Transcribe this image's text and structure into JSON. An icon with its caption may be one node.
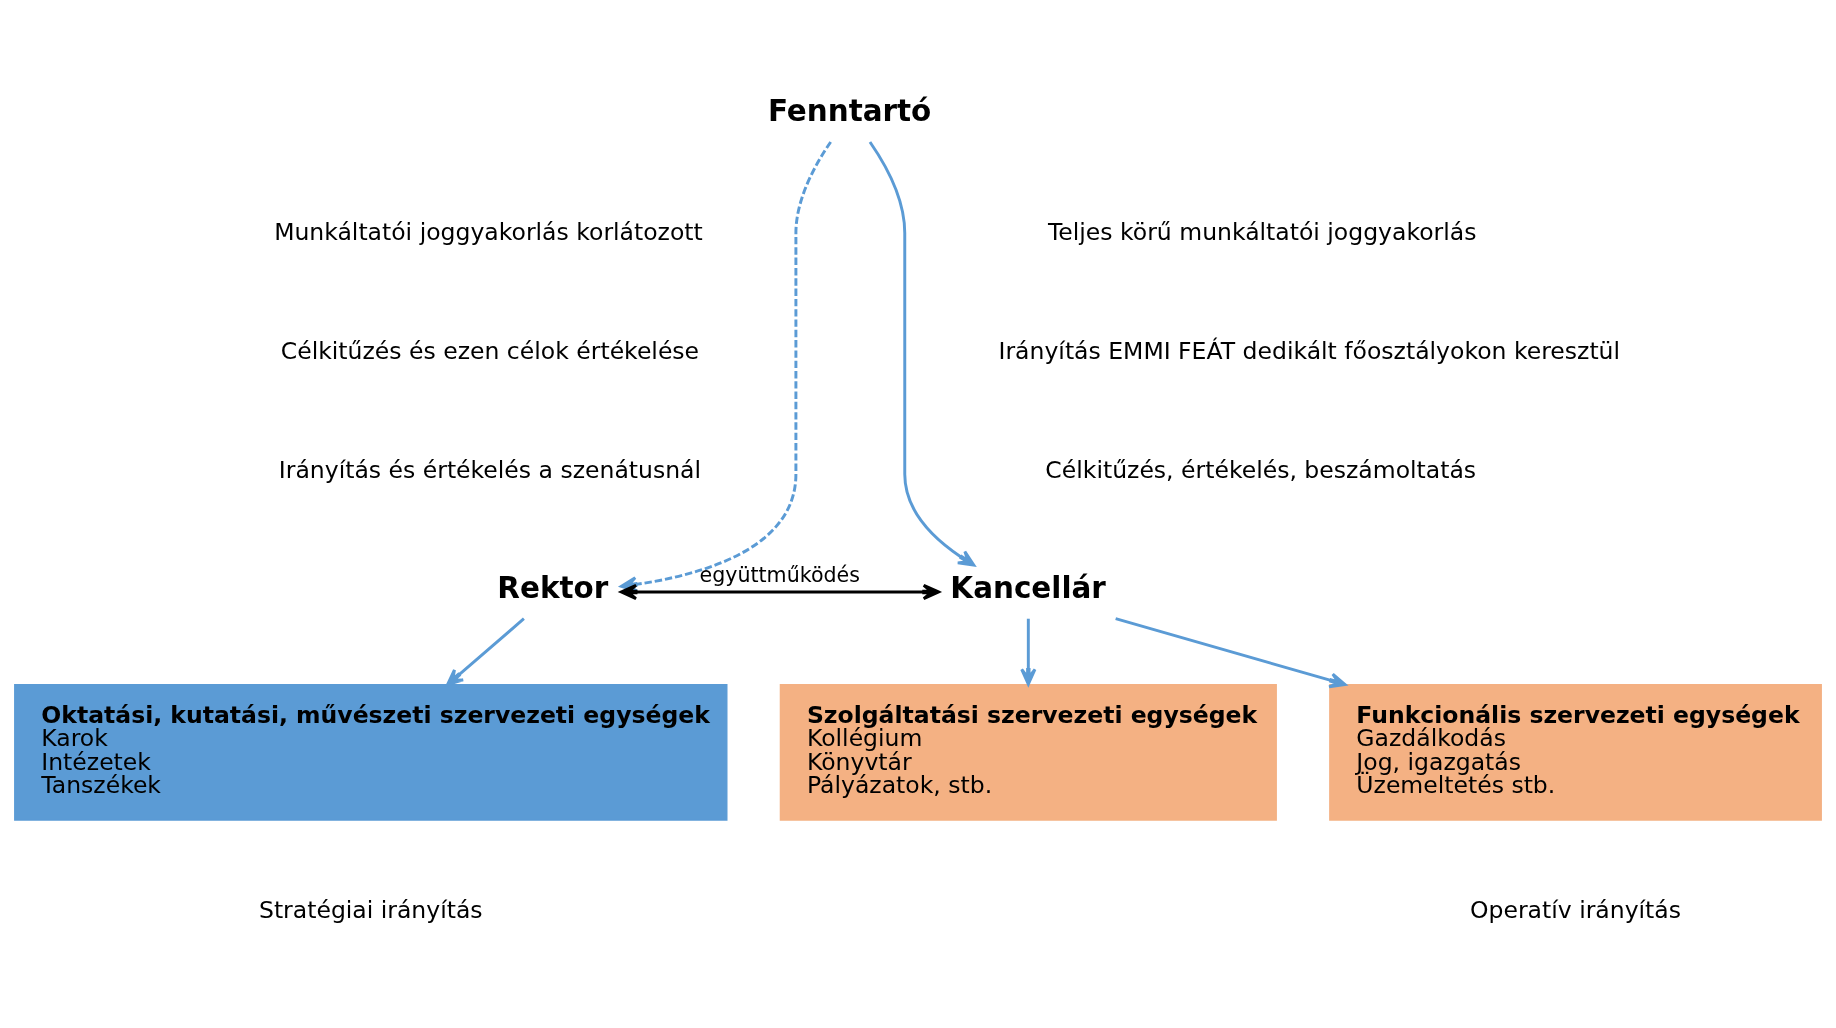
{
  "diagram": {
    "nodes": [
      {
        "text": [
          "Fenntartó"
        ]
      },
      {
        "text": [
          "Rektor"
        ]
      },
      {
        "text": [
          "Kancellár"
        ]
      },
      {
        "text": [
          "Oktatási, kutatási, művészeti szervezeti egységek",
          "Karok",
          "Intézetek",
          "Tanszékek"
        ]
      },
      {
        "text": [
          "Funkcionális szervezeti egységek",
          "Gazdálkodás",
          "Jog, igazgatás",
          "Üzemeltetés stb."
        ]
      },
      {
        "text": [
          "Szolgáltatási szervezeti egységek",
          "Kollégium",
          "Könyvtár",
          "Pályázatok, stb."
        ]
      }
    ],
    "edges": [
      {
        "from": 0,
        "to": 1,
        "arrow": "to",
        "style": "dashed"
      },
      {
        "from": 0,
        "to": 2,
        "arrow": "to"
      },
      {
        "from": 1,
        "to": 2,
        "arrow": "both",
        "label": "együttműködés",
        "color": "#000000"
      },
      {
        "from": 1,
        "to": 3,
        "arrow": "to"
      },
      {
        "from": 2,
        "to": 4,
        "arrow": "to"
      },
      {
        "from": 2,
        "to": 5,
        "arrow": "to"
      }
    ],
    "labels": [
      "Munkáltatói joggyakorlás korlátozott",
      "Célkitűzés és ezen célok értékelése",
      "Irányítás és értékelés a szenátusnál",
      "Teljes körű munkáltatói joggyakorlás",
      "Irányítás EMMI FEÁT dedikált főosztályokon keresztül",
      "Célkitűzés, értékelés, beszámoltatás",
      "Stratégiai irányítás",
      "Operatív irányítás"
    ]
  }
}
